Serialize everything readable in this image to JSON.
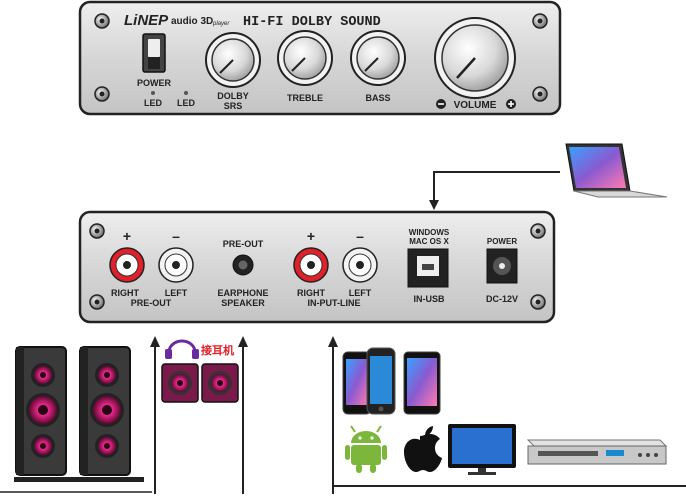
{
  "front_panel": {
    "brand": "LiNEP",
    "brand_sub": "audio 3D",
    "brand_player": "player",
    "model_title": "HI-FI DOLBY SOUND",
    "power_label": "POWER",
    "led_labels": [
      "LED",
      "LED"
    ],
    "knob_labels": {
      "dolby_line1": "DOLBY",
      "dolby_line2": "SRS",
      "treble": "TREBLE",
      "bass": "BASS",
      "volume": "VOLUME"
    }
  },
  "rear_panel": {
    "preout_right": "RIGHT",
    "preout_left": "LEFT",
    "preout_group": "PRE-OUT",
    "plus": "+",
    "minus": "–",
    "earphone_top": "PRE-OUT",
    "earphone_line1": "EARPHONE",
    "earphone_line2": "SPEAKER",
    "input_right": "RIGHT",
    "input_left": "LEFT",
    "input_group": "IN-PUT-LINE",
    "usb_top1": "WINDOWS",
    "usb_top2": "MAC OS X",
    "usb_bottom": "IN-USB",
    "power_top": "POWER",
    "power_bottom": "DC-12V"
  },
  "headphone_label": "接耳机",
  "colors": {
    "panel": "#d9d9d9",
    "jack_red": "#e0202a",
    "speaker_magenta": "#d0207a",
    "headphone_text": "#e0202a"
  },
  "icons": [
    "laptop-icon",
    "smartphone-icon",
    "tablet-icon",
    "android-icon",
    "apple-icon",
    "monitor-icon",
    "dvd-player-icon",
    "speaker-icon",
    "headphone-icon"
  ]
}
